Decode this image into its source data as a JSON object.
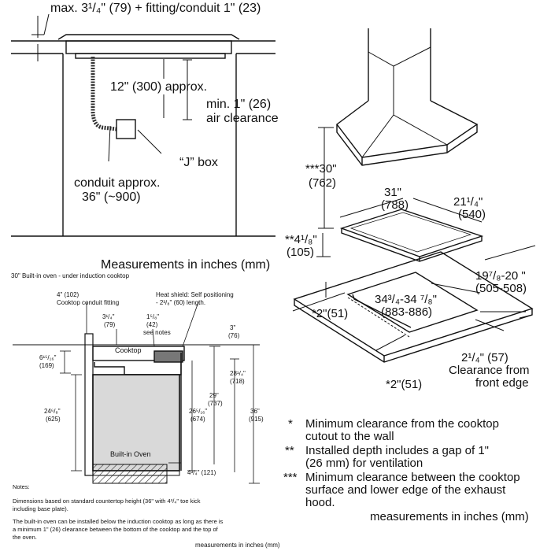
{
  "top_left": {
    "max_depth": "max. 3¹/₄\" (79) + fitting/conduit 1\" (23)",
    "approx_12": "12\" (300) approx.",
    "min_clear_1": "min. 1\" (26)",
    "min_clear_2": "air clearance",
    "j_box": "“J” box",
    "conduit_1": "conduit approx.",
    "conduit_2": "36\" (~900)",
    "caption": "Measurements in inches (mm)"
  },
  "oven_section": {
    "title": "30\" Built-in oven - under induction cooktop",
    "fitting_1": "4\" (102)",
    "fitting_2": "Cooktop conduit fitting",
    "heat_shield_1": "Heat shield: Self positioning",
    "heat_shield_2": "- 2³/₈\" (60) length.",
    "d1_a": "3¹/₄\"",
    "d1_b": "(79)",
    "d2_a": "1⁵/₈\"",
    "d2_b": "(42)",
    "d2_c": "see notes",
    "d3_a": "3\"",
    "d3_b": "(76)",
    "d4_a": "6¹⁵/₁₆\"",
    "d4_b": "(169)",
    "cooktop": "Cooktop",
    "d5_a": "28¹/₄\"",
    "d5_b": "(718)",
    "d6_a": "29\"",
    "d6_b": "(737)",
    "d7_a": "24⁶/₈\"",
    "d7_b": "(625)",
    "d8_a": "26⁵/₁₆\"",
    "d8_b": "(674)",
    "d9_a": "36\"",
    "d9_b": "(915)",
    "oven": "Built-in Oven",
    "d10": "4³/₄\" (121)",
    "notes_head": "Notes:",
    "note1_a": "Dimensions based on standard countertop height (36\" with 4³/₄\" toe kick",
    "note1_b": "including base plate).",
    "note2_a": "The built-in oven can be installed below the induction cooktop as long as there is",
    "note2_b": "a minimum 1\" (26) clearance between the bottom of the cooktop and the top of",
    "note2_c": "the oven.",
    "footer": "measurements in inches (mm)"
  },
  "right": {
    "h_a": "***30\"",
    "h_b": "(762)",
    "w_a": "31\"",
    "w_b": "(788)",
    "dp_a": "21¹/₄\"",
    "dp_b": "(540)",
    "inst_a": "**4¹/₈\"",
    "inst_b": "(105)",
    "cw_a": "19⁷/₈-20 \"",
    "cw_b": "(505-508)",
    "cl_a": "34³/₄-34 ⁷/₈\"",
    "cl_b": "(883-886)",
    "side_a": "*2\"(51)",
    "side_b": "*2\"(51)",
    "front_a": "2¹/₄\" (57)",
    "front_b": "Clearance from",
    "front_c": "front edge"
  },
  "legend": {
    "m1": "*",
    "l1a": "Minimum clearance from the cooktop",
    "l1b": "cutout to the wall",
    "m2": "**",
    "l2a": "Installed depth includes a gap of 1\"",
    "l2b": "(26 mm) for ventilation",
    "m3": "***",
    "l3a": "Minimum clearance between the cooktop",
    "l3b": "surface and lower edge of the exhaust",
    "l3c": "hood.",
    "footer": "measurements in inches (mm)"
  }
}
